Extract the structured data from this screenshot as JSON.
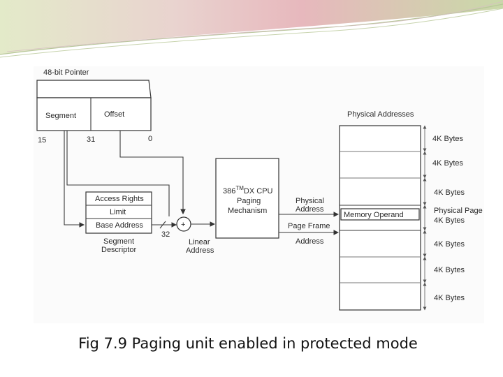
{
  "slide": {
    "caption": "Fig  7.9 Paging unit enabled in protected mode"
  },
  "diagram": {
    "pointer": {
      "title": "48-bit Pointer",
      "segment_label": "Segment",
      "offset_label": "Offset",
      "bit_15": "15",
      "bit_31": "31",
      "bit_0": "0"
    },
    "descriptor": {
      "rows": [
        "Access Rights",
        "Limit",
        "Base Address"
      ],
      "caption_line1": "Segment",
      "caption_line2": "Descriptor"
    },
    "adder": {
      "symbol": "+",
      "width_label": "32",
      "output_line1": "Linear",
      "output_line2": "Address"
    },
    "cpu": {
      "line1_prefix": "386",
      "tm": "TM",
      "line1_suffix": "DX CPU",
      "line2": "Paging",
      "line3": "Mechanism"
    },
    "arrows": {
      "physical_line1": "Physical",
      "physical_line2": "Address",
      "page_frame_line1": "Page Frame",
      "page_frame_line2": "Address"
    },
    "memory": {
      "title": "Physical Addresses",
      "operand": "Memory Operand",
      "page_label_line1": "Physical Page",
      "page_label_line2": "4K Bytes",
      "size_labels": [
        "4K Bytes",
        "4K Bytes",
        "4K Bytes",
        "4K Bytes",
        "4K Bytes",
        "4K Bytes"
      ]
    }
  }
}
